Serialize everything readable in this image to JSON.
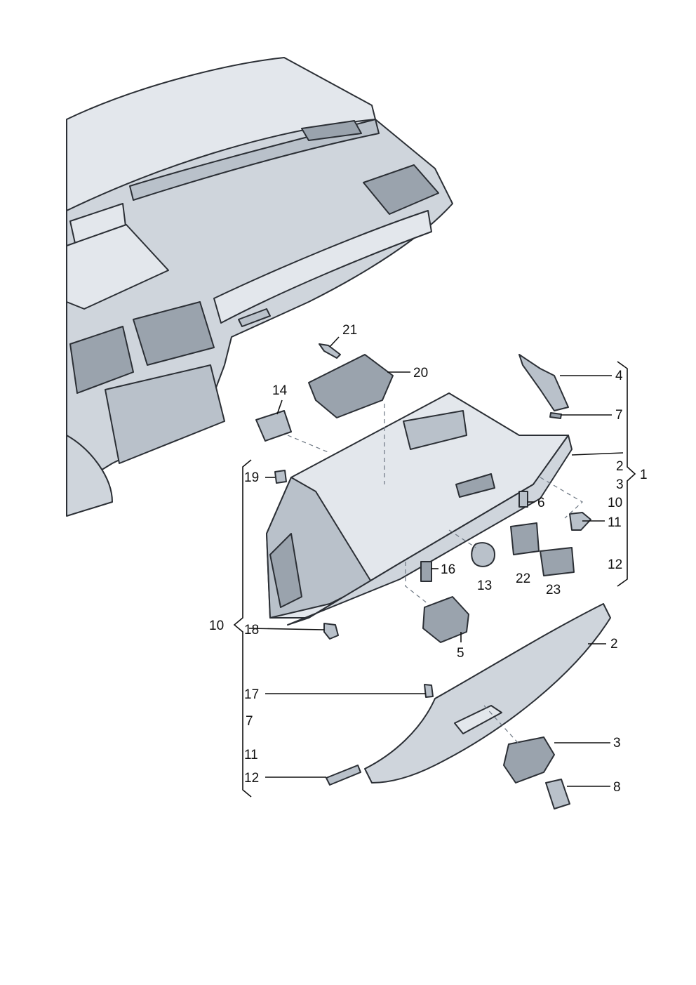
{
  "diagram": {
    "callouts": [
      {
        "id": "c21a",
        "label": "21"
      },
      {
        "id": "c20",
        "label": "20"
      },
      {
        "id": "c14",
        "label": "14"
      },
      {
        "id": "c4",
        "label": "4"
      },
      {
        "id": "c7a",
        "label": "7"
      },
      {
        "id": "c2a",
        "label": "2"
      },
      {
        "id": "c1",
        "label": "1"
      },
      {
        "id": "c3a",
        "label": "3"
      },
      {
        "id": "c10a",
        "label": "10"
      },
      {
        "id": "c19",
        "label": "19"
      },
      {
        "id": "c6",
        "label": "6"
      },
      {
        "id": "c11a",
        "label": "11"
      },
      {
        "id": "c16",
        "label": "16"
      },
      {
        "id": "c13",
        "label": "13"
      },
      {
        "id": "c22",
        "label": "22"
      },
      {
        "id": "c23",
        "label": "23"
      },
      {
        "id": "c12a",
        "label": "12"
      },
      {
        "id": "c10b",
        "label": "10"
      },
      {
        "id": "c18",
        "label": "18"
      },
      {
        "id": "c5",
        "label": "5"
      },
      {
        "id": "c2b",
        "label": "2"
      },
      {
        "id": "c17",
        "label": "17"
      },
      {
        "id": "c7b",
        "label": "7"
      },
      {
        "id": "c3b",
        "label": "3"
      },
      {
        "id": "c11b",
        "label": "11"
      },
      {
        "id": "c12b",
        "label": "12"
      },
      {
        "id": "c8",
        "label": "8"
      }
    ]
  }
}
